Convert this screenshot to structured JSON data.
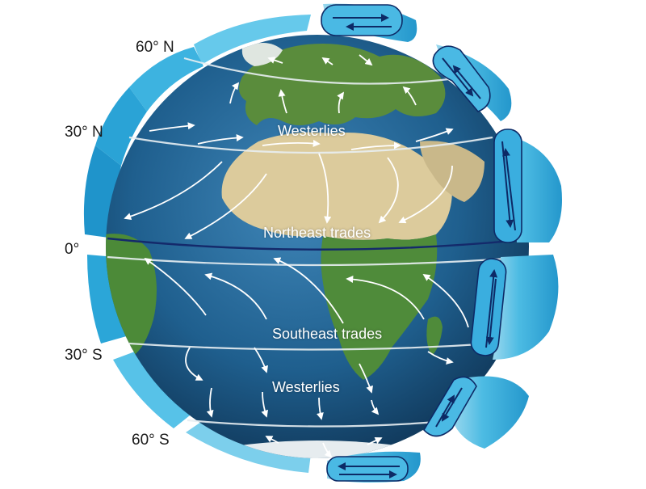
{
  "latitudes": {
    "n60": "60° N",
    "n30": "30° N",
    "eq": "0°",
    "s30": "30° S",
    "s60": "60° S"
  },
  "winds": {
    "westerlies_north": "Westerlies",
    "northeast_trades": "Northeast trades",
    "southeast_trades": "Southeast trades",
    "westerlies_south": "Westerlies"
  },
  "colors": {
    "ocean": "#1f5f8e",
    "land_green": "#5d8a3a",
    "desert": "#d9cba0",
    "cell_light": "#8fd3ea",
    "cell_mid": "#3fb4dd",
    "cell_dark": "#1f8fc4",
    "cell_arrow": "#0d2a66",
    "equator_line": "#142a6b",
    "wind_arrow": "#ffffff"
  }
}
